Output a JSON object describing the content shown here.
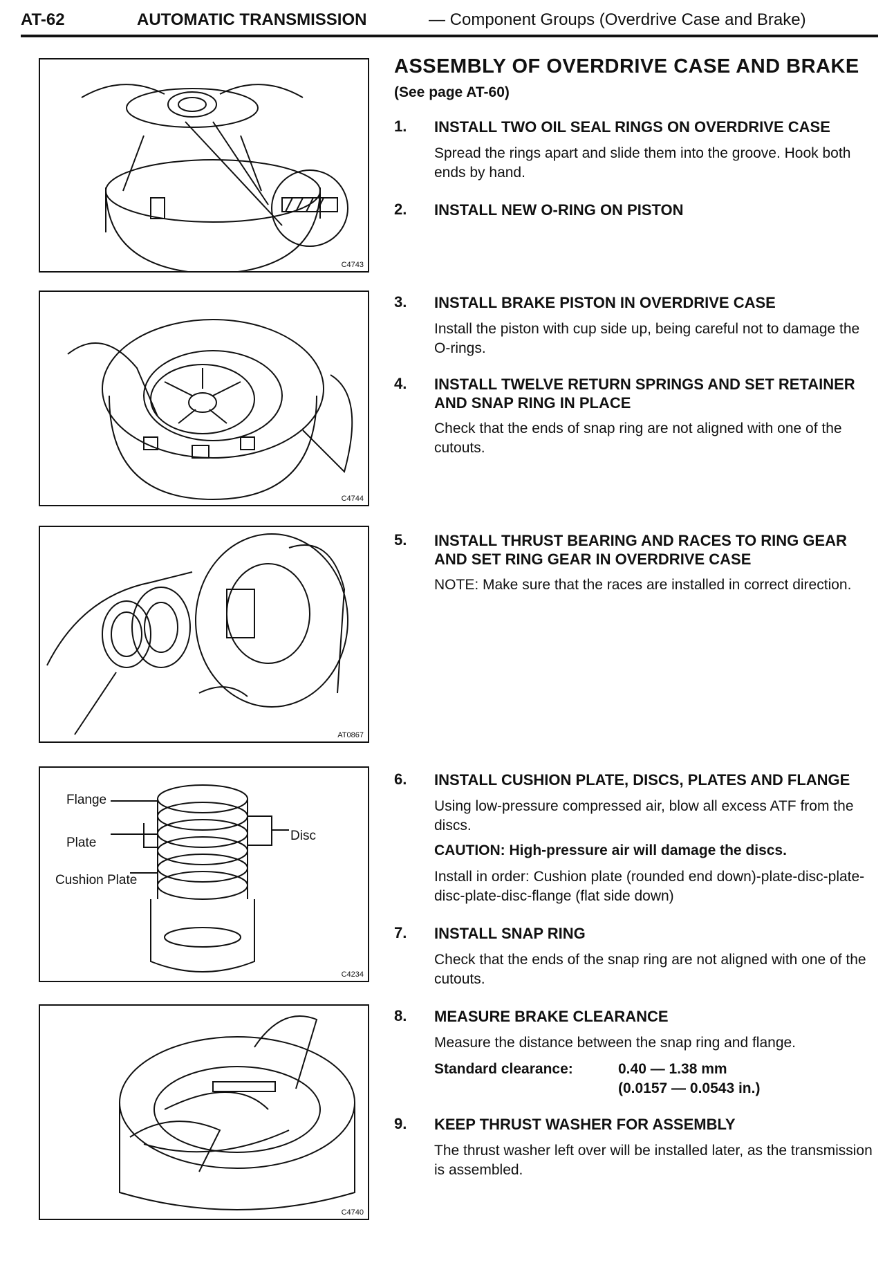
{
  "header": {
    "page_number": "AT-62",
    "section": "AUTOMATIC TRANSMISSION",
    "subtitle": "— Component Groups (Overdrive Case and Brake)"
  },
  "title": "ASSEMBLY OF OVERDRIVE CASE AND BRAKE",
  "reference": "(See page AT-60)",
  "figures": [
    {
      "code": "C4743"
    },
    {
      "code": "C4744"
    },
    {
      "code": "AT0867"
    },
    {
      "code": "C4234",
      "labels": {
        "flange": "Flange",
        "plate": "Plate",
        "cushion_plate": "Cushion Plate",
        "disc": "Disc"
      }
    },
    {
      "code": "C4740"
    }
  ],
  "steps": [
    {
      "num": "1.",
      "heading": "INSTALL TWO OIL SEAL RINGS ON OVERDRIVE CASE",
      "body": "Spread the rings apart and slide them into the groove. Hook both ends by hand."
    },
    {
      "num": "2.",
      "heading": "INSTALL NEW O-RING ON PISTON"
    },
    {
      "num": "3.",
      "heading": "INSTALL BRAKE PISTON IN OVERDRIVE CASE",
      "body": "Install the piston with cup side up, being careful not to damage the O-rings."
    },
    {
      "num": "4.",
      "heading": "INSTALL TWELVE RETURN SPRINGS AND SET RETAINER AND SNAP RING IN PLACE",
      "body": "Check that the ends of snap ring are not aligned with one of the cutouts."
    },
    {
      "num": "5.",
      "heading": "INSTALL THRUST BEARING AND RACES TO RING GEAR AND SET RING GEAR IN OVERDRIVE CASE",
      "body": "NOTE:   Make sure that the races are installed in correct direction."
    },
    {
      "num": "6.",
      "heading": "INSTALL CUSHION PLATE, DISCS, PLATES AND FLANGE",
      "body": "Using low-pressure compressed air, blow all excess ATF from the discs.",
      "caution": "CAUTION:   High-pressure air will damage the discs.",
      "body2": "Install in order:   Cushion plate (rounded end down)-plate-disc-plate-disc-plate-disc-flange (flat side down)"
    },
    {
      "num": "7.",
      "heading": "INSTALL SNAP RING",
      "body": "Check that the ends of the snap ring are not aligned with one of the cutouts."
    },
    {
      "num": "8.",
      "heading": "MEASURE BRAKE CLEARANCE",
      "body": "Measure the distance between the snap ring and flange.",
      "spec_label": "Standard clearance:",
      "spec_value_mm": "0.40 — 1.38 mm",
      "spec_value_in": "(0.0157 — 0.0543 in.)"
    },
    {
      "num": "9.",
      "heading": "KEEP THRUST WASHER FOR ASSEMBLY",
      "body": "The thrust washer left over will be installed later, as the transmission is assembled."
    }
  ]
}
